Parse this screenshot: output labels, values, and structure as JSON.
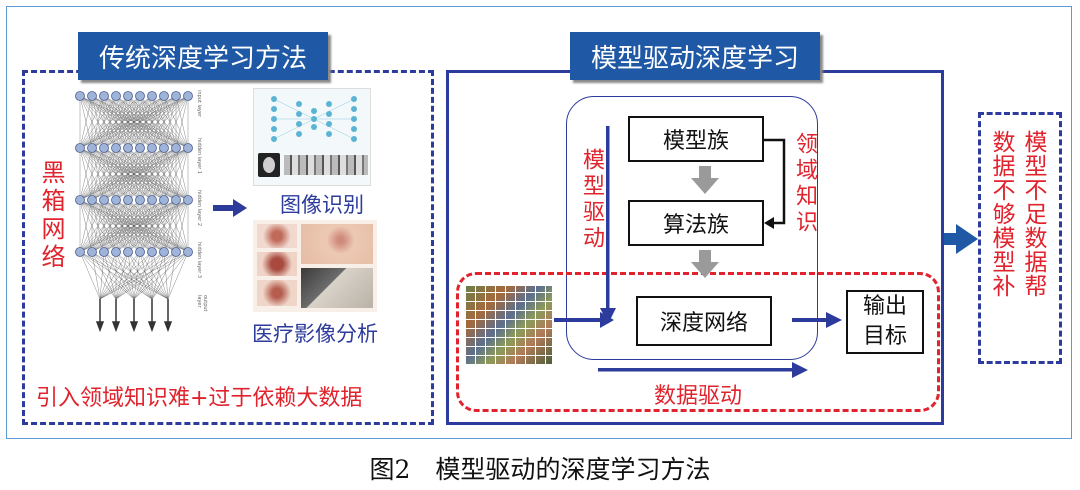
{
  "left_panel": {
    "title": "传统深度学习方法",
    "blackbox_label": "黑箱网络",
    "layer_labels": [
      "input layer",
      "hidden layer 1",
      "hidden layer 2",
      "hidden layer 3",
      "output layer"
    ],
    "image_recognition": "图像识别",
    "medical_analysis": "医疗影像分析",
    "bottom_text": "引入领域知识难+过于依赖大数据"
  },
  "right_panel": {
    "title": "模型驱动深度学习",
    "model_family": "模型族",
    "algorithm_family": "算法族",
    "deep_network": "深度网络",
    "output": "输出\n目标",
    "model_driven": "模型驱动",
    "domain_knowledge": "领域知识",
    "data_driven": "数据驱动"
  },
  "side_box": {
    "col1": "数据不够模型补",
    "col2": "模型不足数据帮"
  },
  "caption": "图2　模型驱动的深度学习方法",
  "colors": {
    "blue": "#2d3b9c",
    "header": "#1f58a5",
    "red": "#e0232c",
    "gray_arrow": "#9a9a9a"
  }
}
